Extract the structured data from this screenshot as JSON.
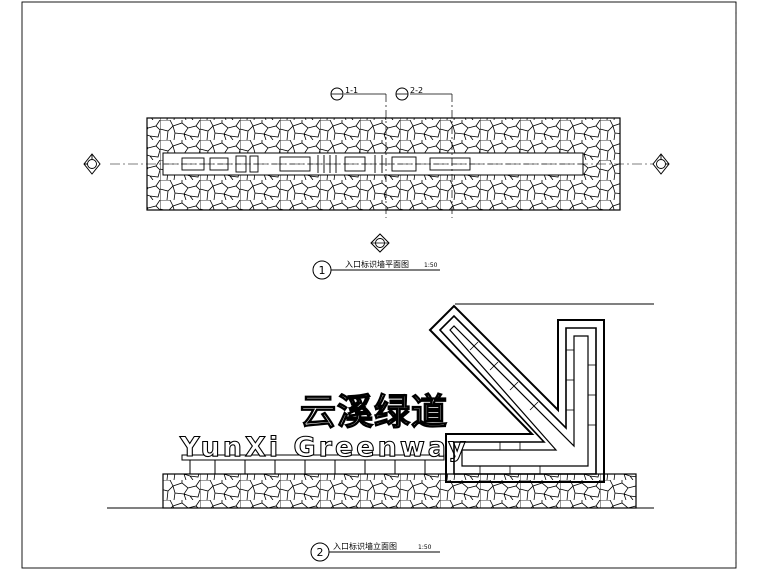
{
  "drawing": {
    "plan": {
      "section_marks": [
        {
          "id": "A",
          "label": "1-1"
        },
        {
          "id": "B",
          "label": "2-2"
        }
      ],
      "compass_symbol": "north-arrow",
      "title_number": "1",
      "title_text": "入口标识墙平面图",
      "title_scale": "1:50"
    },
    "elevation": {
      "sign_chinese": "云溪绿道",
      "sign_english": "YunXi Greenway",
      "title_number": "2",
      "title_text": "入口标识墙立面图",
      "title_scale": "1:50"
    }
  }
}
